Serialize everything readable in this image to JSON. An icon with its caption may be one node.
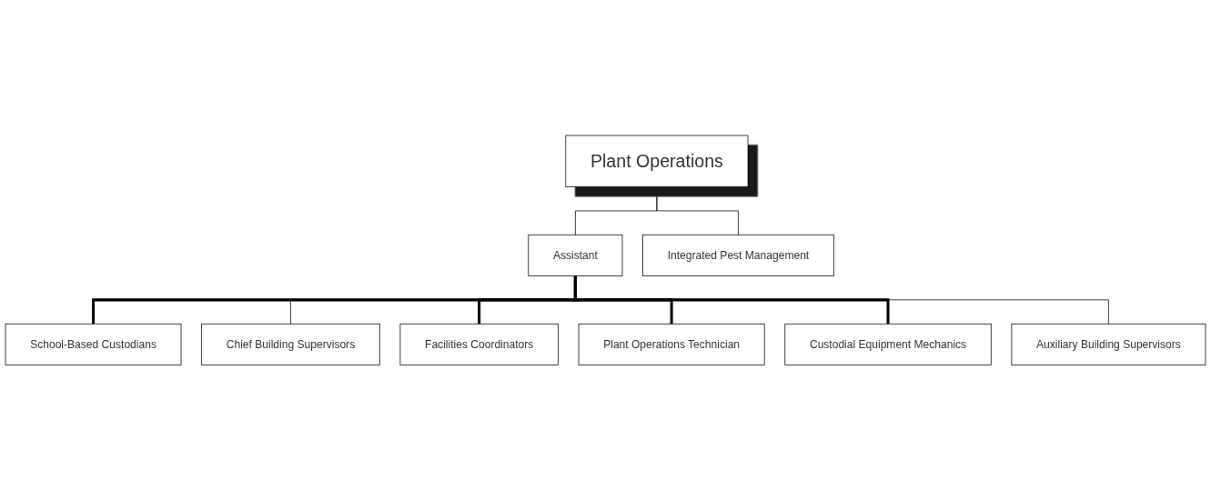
{
  "diagram": {
    "nodes": [
      {
        "text": [
          "Plant Operations"
        ]
      },
      {
        "text": [
          "Assistant"
        ]
      },
      {
        "text": [
          "Integrated Pest Management"
        ]
      },
      {
        "text": [
          "School-Based Custodians"
        ]
      },
      {
        "text": [
          "Chief Building Supervisors"
        ]
      },
      {
        "text": [
          "Facilities Coordinators"
        ]
      },
      {
        "text": [
          "Plant Operations Technician"
        ]
      },
      {
        "text": [
          "Custodial Equipment Mechanics"
        ]
      },
      {
        "text": [
          "Auxiliary Building Supervisors"
        ]
      }
    ],
    "edges": [
      {
        "from": 0,
        "to": 1,
        "arrow": "none"
      },
      {
        "from": 0,
        "to": 2,
        "arrow": "none"
      },
      {
        "from": 1,
        "to": 3,
        "arrow": "none",
        "style": "thick"
      },
      {
        "from": 1,
        "to": 4,
        "arrow": "none"
      },
      {
        "from": 1,
        "to": 5,
        "arrow": "none",
        "style": "thick"
      },
      {
        "from": 1,
        "to": 6,
        "arrow": "none",
        "style": "thick"
      },
      {
        "from": 1,
        "to": 7,
        "arrow": "none",
        "style": "thick"
      },
      {
        "from": 1,
        "to": 8,
        "arrow": "none"
      }
    ]
  }
}
